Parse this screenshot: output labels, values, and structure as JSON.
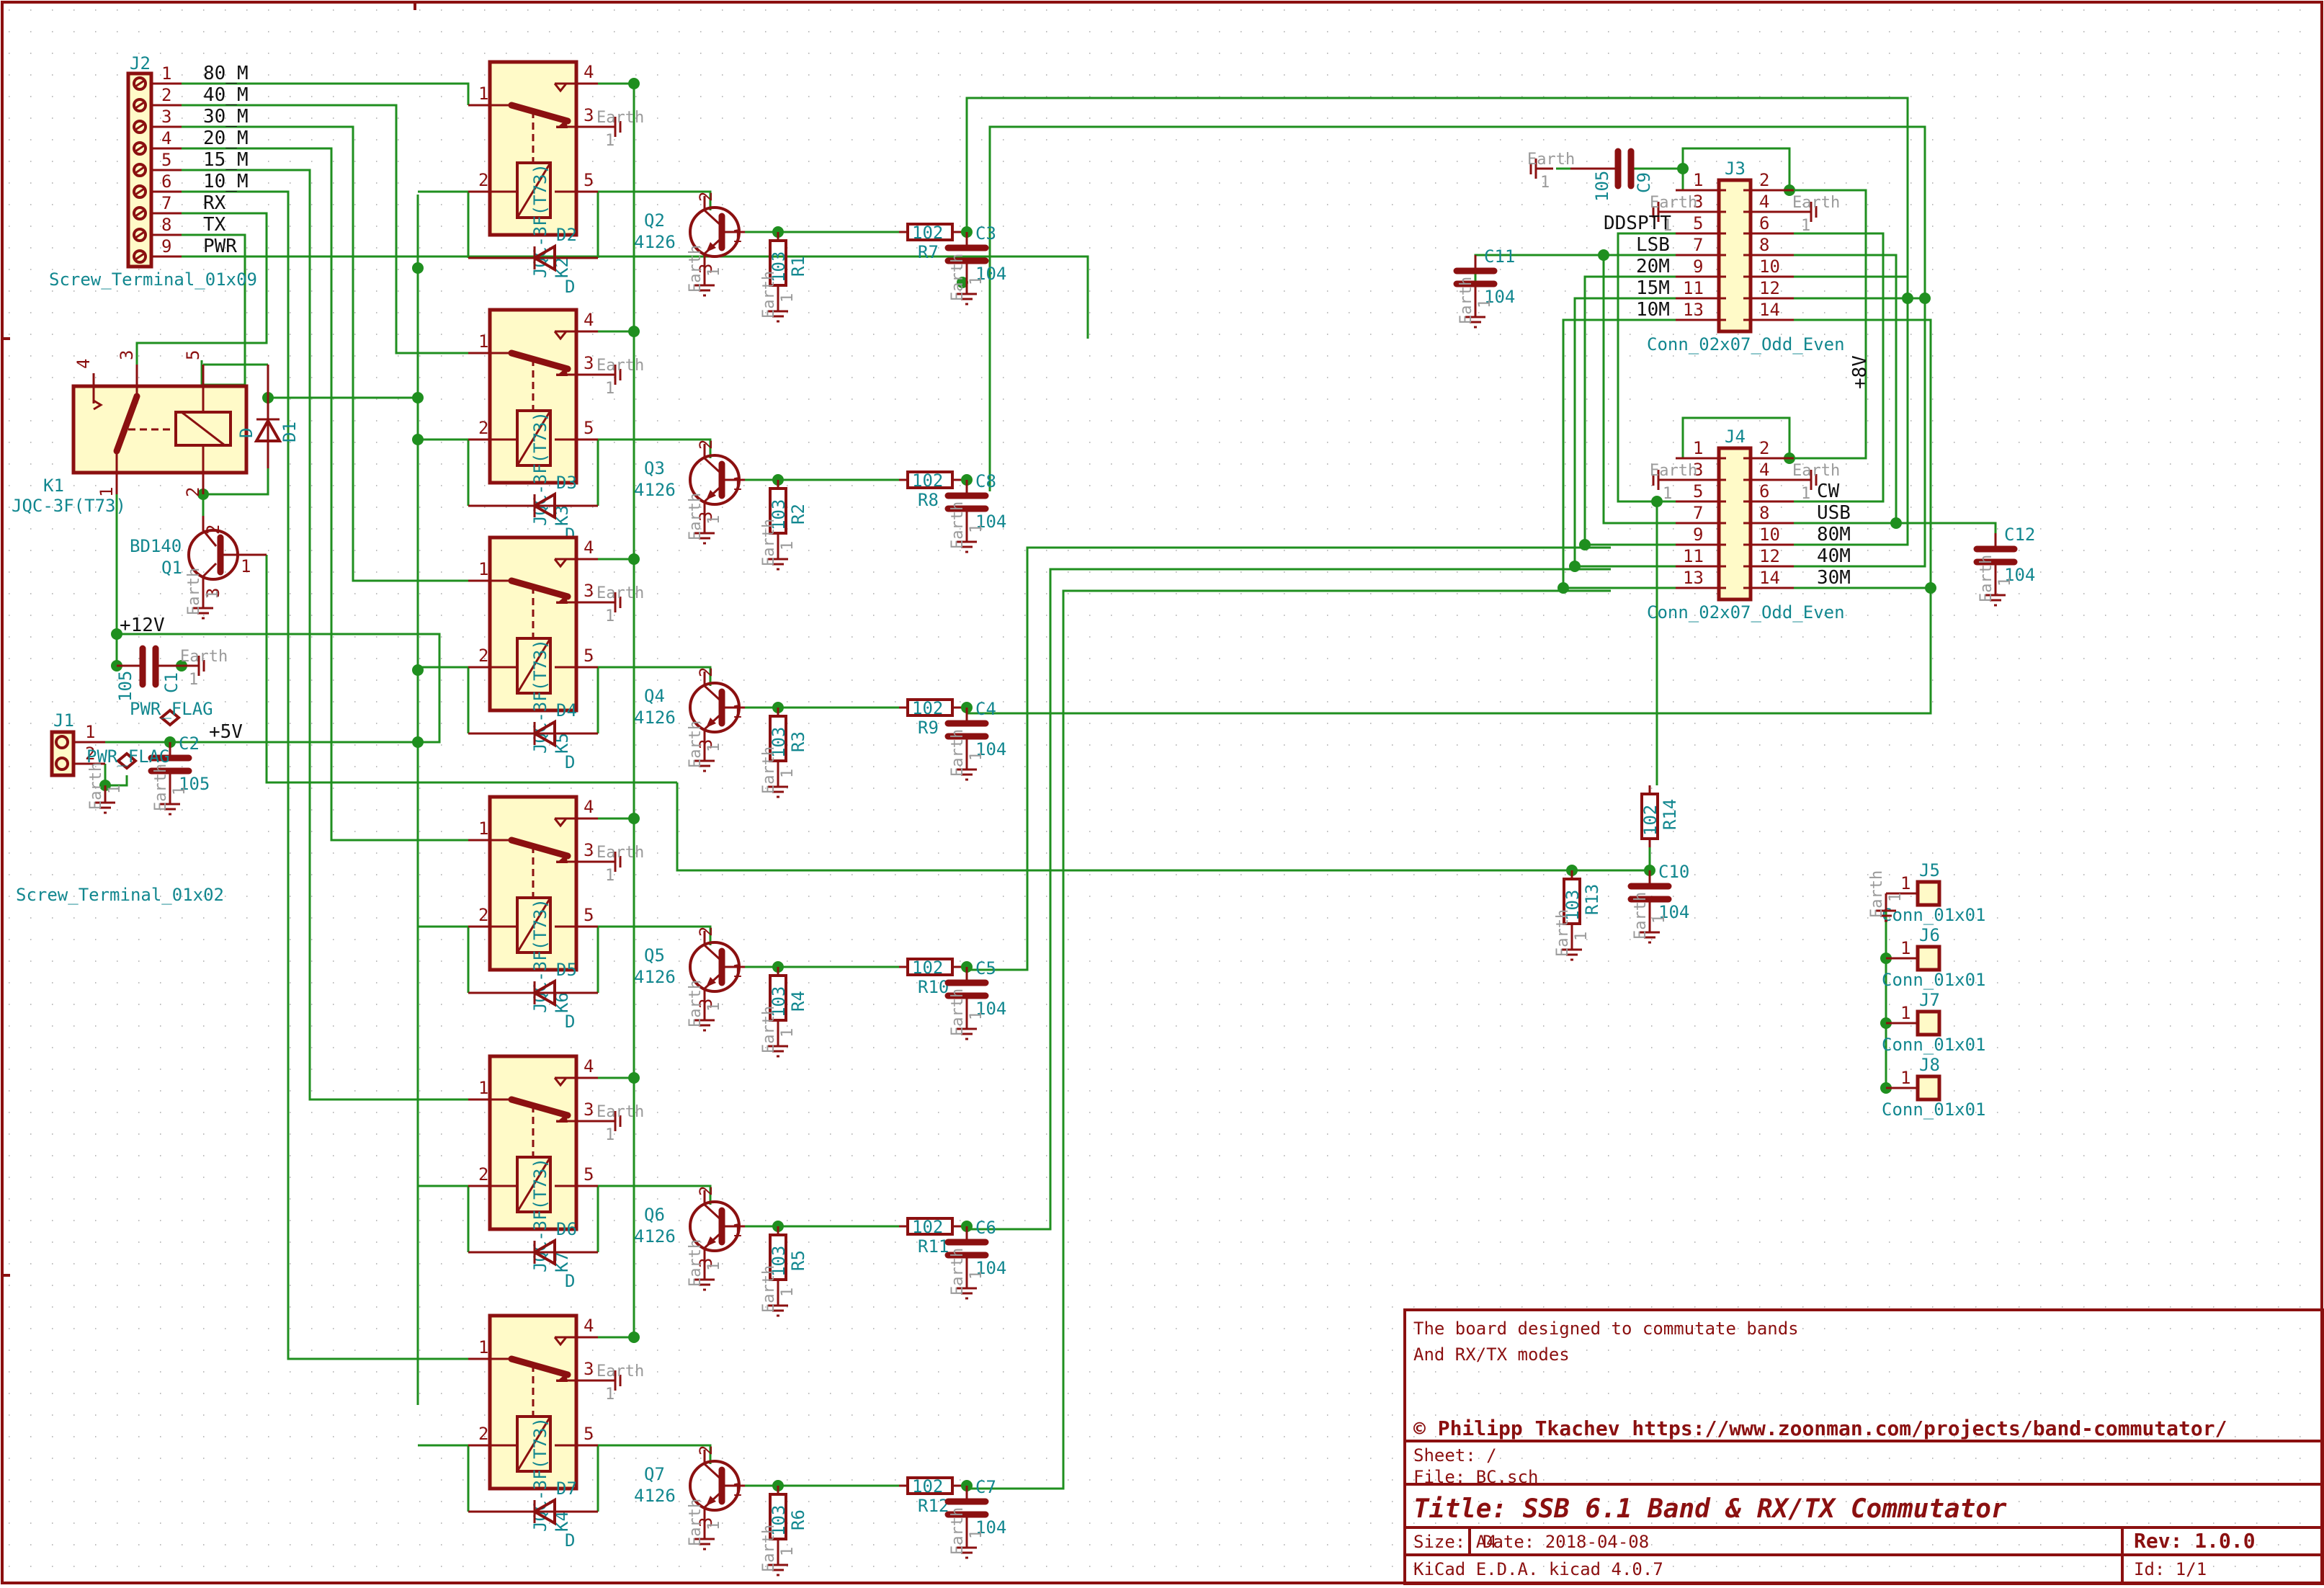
{
  "colors": {
    "wire": "#1f8f1f",
    "component": "#8b1010",
    "component_fill": "#fffac8",
    "reference": "#12878f",
    "net_label": "#111111",
    "ground_label": "#9a9a9a"
  },
  "title_block": {
    "comment_1": "The board designed to commutate bands",
    "comment_2": "And RX/TX modes",
    "copyright": "© Philipp Tkachev https://www.zoonman.com/projects/band-commutator/",
    "sheet": "Sheet: /",
    "file": "File: BC.sch",
    "title": "Title: SSB 6.1 Band & RX/TX Commutator",
    "size": "Size: A4",
    "date": "Date: 2018-04-08",
    "rev": "Rev: 1.0.0",
    "tool": "KiCad E.D.A.  kicad 4.0.7",
    "id": "Id: 1/1"
  },
  "j2": {
    "ref": "J2",
    "value": "Screw_Terminal_01x09",
    "pins": [
      {
        "num": "1",
        "net": "80_M"
      },
      {
        "num": "2",
        "net": "40_M"
      },
      {
        "num": "3",
        "net": "30_M"
      },
      {
        "num": "4",
        "net": "20_M"
      },
      {
        "num": "5",
        "net": "15_M"
      },
      {
        "num": "6",
        "net": "10_M"
      },
      {
        "num": "7",
        "net": "RX"
      },
      {
        "num": "8",
        "net": "TX"
      },
      {
        "num": "9",
        "net": "PWR"
      }
    ]
  },
  "j1": {
    "ref": "J1",
    "value": "Screw_Terminal_01x02",
    "pins": [
      "1",
      "2"
    ]
  },
  "k1": {
    "ref": "K1",
    "value": "JQC-3F(T73)",
    "pins": [
      "4",
      "3",
      "5",
      "1",
      "2"
    ]
  },
  "d1": {
    "ref": "D1",
    "value": "D"
  },
  "q1": {
    "ref": "Q1",
    "value": "BD140",
    "pins": [
      "2",
      "1",
      "3"
    ]
  },
  "c1": {
    "ref": "C1",
    "value": "105"
  },
  "c2": {
    "ref": "C2",
    "value": "105"
  },
  "power": {
    "v12": "+12V",
    "v5": "+5V",
    "v8": "+8V",
    "pwr_flag": "PWR_FLAG",
    "earth": "Earth",
    "earth_pin": "1"
  },
  "relays": [
    {
      "ref": "K2",
      "value": "JQC-3F(T73)",
      "diode": "D2",
      "diode_value": "D",
      "transistor": "Q2",
      "t_value": "4126",
      "rb": "R1",
      "rb_value": "103",
      "rs": "R7",
      "rs_value": "102",
      "cap": "C3",
      "cap_value": "104"
    },
    {
      "ref": "K3",
      "value": "JQC-3F(T73)",
      "diode": "D3",
      "diode_value": "D",
      "transistor": "Q3",
      "t_value": "4126",
      "rb": "R2",
      "rb_value": "103",
      "rs": "R8",
      "rs_value": "102",
      "cap": "C8",
      "cap_value": "104"
    },
    {
      "ref": "K5",
      "value": "JQC-3F(T73)",
      "diode": "D4",
      "diode_value": "D",
      "transistor": "Q4",
      "t_value": "4126",
      "rb": "R3",
      "rb_value": "103",
      "rs": "R9",
      "rs_value": "102",
      "cap": "C4",
      "cap_value": "104"
    },
    {
      "ref": "K6",
      "value": "JQC-3F(T73)",
      "diode": "D5",
      "diode_value": "D",
      "transistor": "Q5",
      "t_value": "4126",
      "rb": "R4",
      "rb_value": "103",
      "rs": "R10",
      "rs_value": "102",
      "cap": "C5",
      "cap_value": "104"
    },
    {
      "ref": "K7",
      "value": "JQC-3F(T73)",
      "diode": "D6",
      "diode_value": "D",
      "transistor": "Q6",
      "t_value": "4126",
      "rb": "R5",
      "rb_value": "103",
      "rs": "R11",
      "rs_value": "102",
      "cap": "C6",
      "cap_value": "104"
    },
    {
      "ref": "K4",
      "value": "JQC-3F(T73)",
      "diode": "D7",
      "diode_value": "D",
      "transistor": "Q7",
      "t_value": "4126",
      "rb": "R6",
      "rb_value": "103",
      "rs": "R12",
      "rs_value": "102",
      "cap": "C7",
      "cap_value": "104"
    }
  ],
  "relay_pins": {
    "com": "1",
    "coil_a": "2",
    "nc": "3",
    "no": "4",
    "coil_b": "5"
  },
  "transistor_pins": {
    "c": "2",
    "b": "1",
    "e": "3"
  },
  "j3": {
    "ref": "J3",
    "value": "Conn_02x07_Odd_Even",
    "left_nets": [
      "",
      "",
      "DDSPTT",
      "LSB",
      "20M",
      "15M",
      "10M"
    ],
    "right_nets": [
      "",
      "",
      "",
      "",
      "",
      "",
      ""
    ]
  },
  "j4": {
    "ref": "J4",
    "value": "Conn_02x07_Odd_Even",
    "left_nets": [
      "",
      "",
      "",
      "",
      "",
      "",
      ""
    ],
    "right_nets": [
      "",
      "",
      "CW",
      "USB",
      "80M",
      "40M",
      "30M"
    ]
  },
  "c9": {
    "ref": "C9",
    "value": "105"
  },
  "c10": {
    "ref": "C10",
    "value": "104"
  },
  "c11": {
    "ref": "C11",
    "value": "104"
  },
  "c12": {
    "ref": "C12",
    "value": "104"
  },
  "r13": {
    "ref": "R13",
    "value": "103"
  },
  "r14": {
    "ref": "R14",
    "value": "102"
  },
  "mounting": [
    {
      "ref": "J5",
      "value": "Conn_01x01",
      "pin": "1"
    },
    {
      "ref": "J6",
      "value": "Conn_01x01",
      "pin": "1"
    },
    {
      "ref": "J7",
      "value": "Conn_01x01",
      "pin": "1"
    },
    {
      "ref": "J8",
      "value": "Conn_01x01",
      "pin": "1"
    }
  ]
}
